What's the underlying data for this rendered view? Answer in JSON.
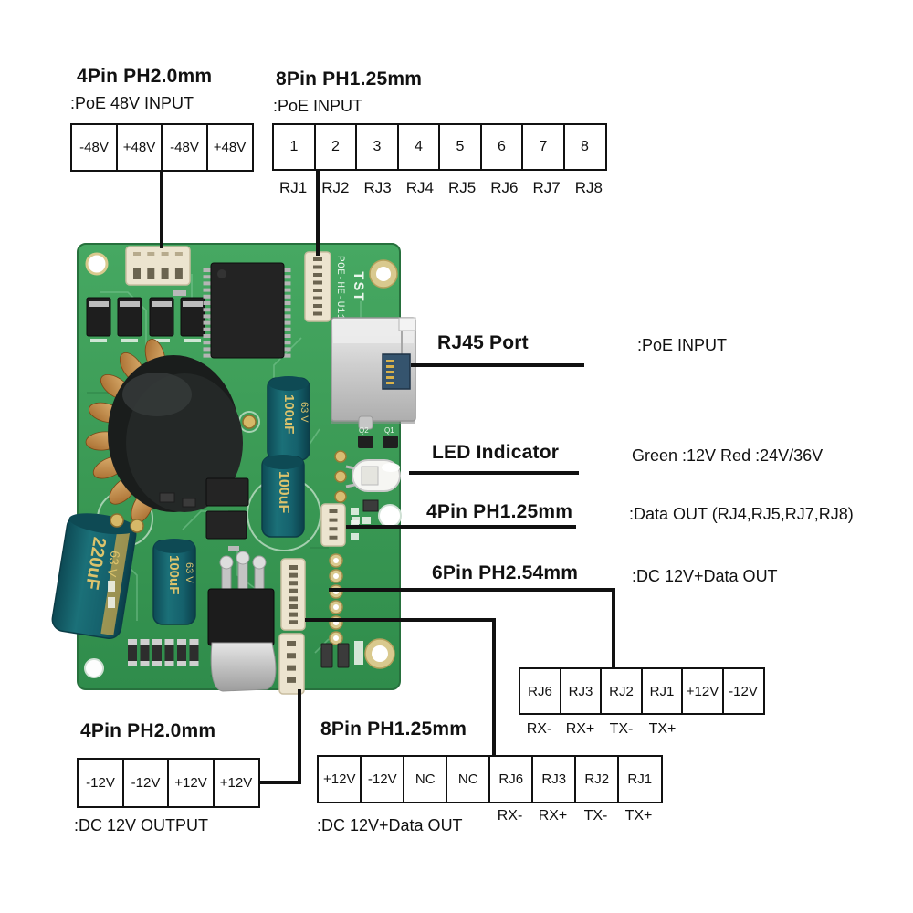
{
  "colors": {
    "background": "#ffffff",
    "annotation_line": "#111111",
    "pcb_green": "#3f9d58",
    "pcb_trace": "#7cc592",
    "capacitor_teal": "#156570",
    "connector_beige": "#ece4cf",
    "rj45_silver": "#d6d6d6",
    "copper_winding": "#c98f4a",
    "ic_black": "#1f1f1f"
  },
  "callouts": {
    "top_left": {
      "title": "4Pin PH2.0mm",
      "subtitle": ":PoE 48V INPUT"
    },
    "top_middle": {
      "title": "8Pin PH1.25mm",
      "subtitle": ":PoE INPUT"
    },
    "rj45": {
      "title": "RJ45 Port",
      "desc": ":PoE INPUT"
    },
    "led": {
      "title": "LED Indicator",
      "desc": "Green :12V  Red :24V/36V"
    },
    "pin4_125": {
      "title": "4Pin PH1.25mm",
      "desc": ":Data OUT (RJ4,RJ5,RJ7,RJ8)"
    },
    "pin6_254": {
      "title": "6Pin PH2.54mm",
      "desc": ":DC 12V+Data OUT"
    },
    "bottom_left": {
      "title": "4Pin PH2.0mm",
      "subtitle": ":DC 12V OUTPUT"
    },
    "bottom_middle": {
      "title": "8Pin PH1.25mm",
      "subtitle": ":DC 12V+Data OUT"
    }
  },
  "pinouts": {
    "poe48_input": {
      "cells": [
        "-48V",
        "+48V",
        "-48V",
        "+48V"
      ]
    },
    "poe_input": {
      "cells": [
        "1",
        "2",
        "3",
        "4",
        "5",
        "6",
        "7",
        "8"
      ],
      "labels": [
        "RJ1",
        "RJ2",
        "RJ3",
        "RJ4",
        "RJ5",
        "RJ6",
        "RJ7",
        "RJ8"
      ]
    },
    "dc12_data_out_6pin": {
      "cells": [
        "RJ6",
        "RJ3",
        "RJ2",
        "RJ1",
        "+12V",
        "-12V"
      ],
      "labels": [
        "RX-",
        "RX+",
        "TX-",
        "TX+"
      ]
    },
    "dc12_output": {
      "cells": [
        "-12V",
        "-12V",
        "+12V",
        "+12V"
      ]
    },
    "dc12_data_out_8pin": {
      "cells": [
        "+12V",
        "-12V",
        "NC",
        "NC",
        "RJ6",
        "RJ3",
        "RJ2",
        "RJ1"
      ],
      "labels": [
        "RX-",
        "RX+",
        "TX-",
        "TX+"
      ]
    }
  },
  "board": {
    "silkscreen": {
      "brand": "TST",
      "model": "POE-HE-U111C",
      "q2": "Q2",
      "q1": "Q1"
    },
    "capacitors": {
      "c220": "220uF",
      "c220_v": "63 V",
      "c100": "100uF",
      "c100_v": "63 V"
    }
  }
}
